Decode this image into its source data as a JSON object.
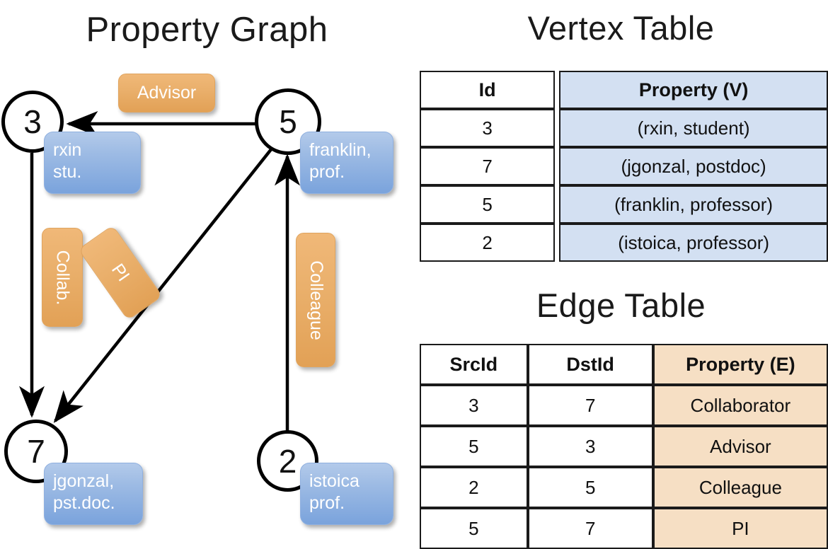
{
  "titles": {
    "property_graph": "Property Graph",
    "vertex_table": "Vertex Table",
    "edge_table": "Edge Table"
  },
  "graph": {
    "nodes": [
      {
        "id": "3",
        "property": [
          "rxin",
          "stu."
        ]
      },
      {
        "id": "5",
        "property": [
          "franklin,",
          "prof."
        ]
      },
      {
        "id": "7",
        "property": [
          "jgonzal,",
          "pst.doc."
        ]
      },
      {
        "id": "2",
        "property": [
          "istoica",
          "prof."
        ]
      }
    ],
    "edge_labels": [
      {
        "name": "advisor",
        "text": "Advisor"
      },
      {
        "name": "collab",
        "text": "Collab."
      },
      {
        "name": "pi",
        "text": "PI"
      },
      {
        "name": "colleague",
        "text": "Colleague"
      }
    ],
    "edges": [
      {
        "src": "5",
        "dst": "3",
        "label": "Advisor"
      },
      {
        "src": "3",
        "dst": "7",
        "label": "Collab."
      },
      {
        "src": "5",
        "dst": "7",
        "label": "PI"
      },
      {
        "src": "2",
        "dst": "5",
        "label": "Colleague"
      }
    ]
  },
  "vertex_table": {
    "headers": [
      "Id",
      "Property (V)"
    ],
    "rows": [
      {
        "id": "3",
        "property": "(rxin, student)"
      },
      {
        "id": "7",
        "property": "(jgonzal, postdoc)"
      },
      {
        "id": "5",
        "property": "(franklin, professor)"
      },
      {
        "id": "2",
        "property": "(istoica, professor)"
      }
    ]
  },
  "edge_table": {
    "headers": [
      "SrcId",
      "DstId",
      "Property (E)"
    ],
    "rows": [
      {
        "src": "3",
        "dst": "7",
        "property": "Collaborator"
      },
      {
        "src": "5",
        "dst": "3",
        "property": "Advisor"
      },
      {
        "src": "2",
        "dst": "5",
        "property": "Colleague"
      },
      {
        "src": "5",
        "dst": "7",
        "property": "PI"
      }
    ]
  },
  "colors": {
    "vertex_property_fill": "#d3e0f2",
    "edge_property_fill": "#f6dfc4",
    "node_box_blue": "#7aa3dc",
    "edge_label_orange": "#e2a156"
  }
}
